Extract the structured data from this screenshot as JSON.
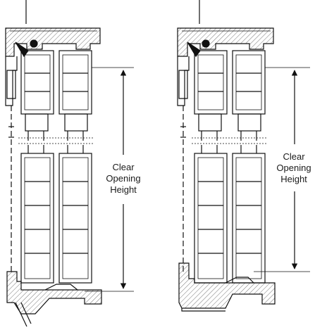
{
  "left_detail": {
    "label_line1": "Clear",
    "label_line2": "Opening",
    "label_line3": "Height"
  },
  "right_detail": {
    "label_line1": "Clear",
    "label_line2": "Opening",
    "label_line3": "Height"
  },
  "colors": {
    "line": "#111111",
    "hatch": "#777777",
    "fill": "#ffffff"
  }
}
